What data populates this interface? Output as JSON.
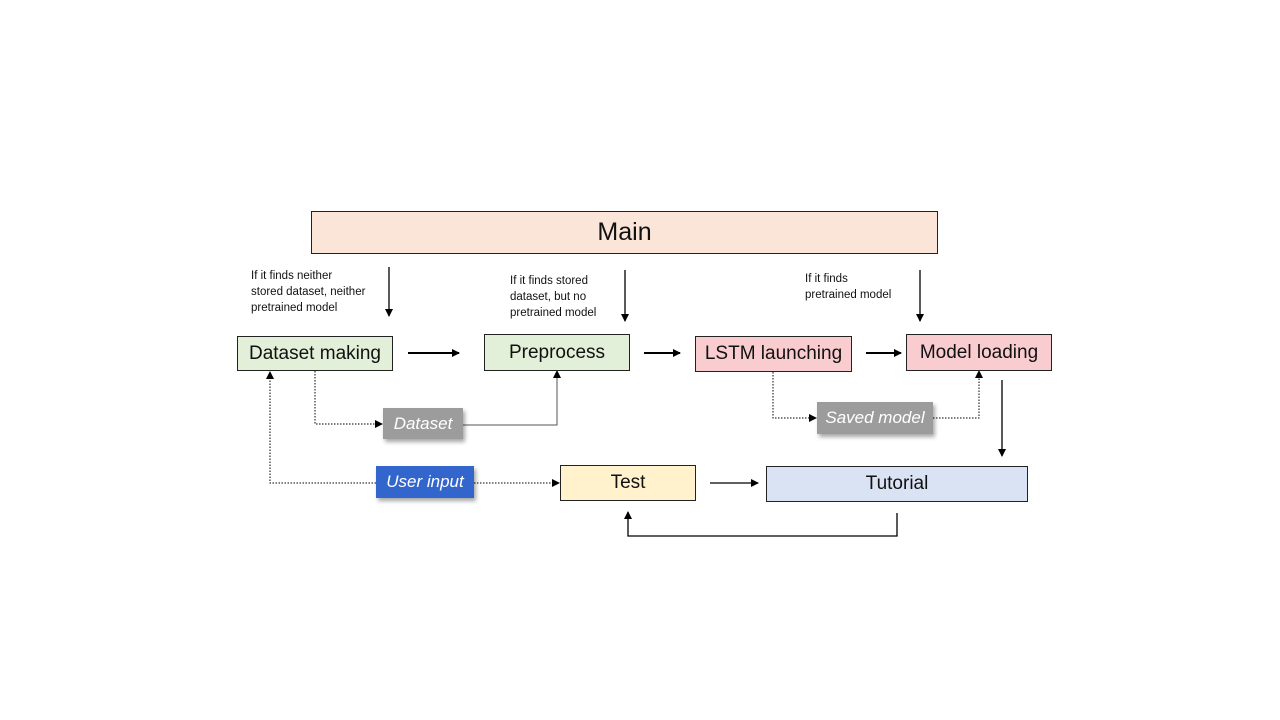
{
  "colors": {
    "main_fill": "#fbe4d8",
    "green_fill": "#e2efd9",
    "red_fill": "#f9ccd0",
    "yellow_fill": "#fff2cc",
    "blue_fill": "#dae3f3",
    "gray_tag": "#9c9c9c",
    "blue_tag": "#3366cc",
    "line": "#000000"
  },
  "nodes": {
    "main": "Main",
    "dataset_making": "Dataset making",
    "preprocess": "Preprocess",
    "lstm_launching": "LSTM launching",
    "model_loading": "Model loading",
    "test": "Test",
    "tutorial": "Tutorial"
  },
  "artifacts": {
    "dataset": "Dataset",
    "saved_model": "Saved model",
    "user_input": "User input"
  },
  "conditions": {
    "no_dataset": [
      "If it finds neither",
      "stored dataset, neither",
      "pretrained model"
    ],
    "dataset_no_model": [
      "If it finds stored",
      "dataset, but no",
      "pretrained model"
    ],
    "pretrained": [
      "If it finds",
      "pretrained model"
    ]
  }
}
